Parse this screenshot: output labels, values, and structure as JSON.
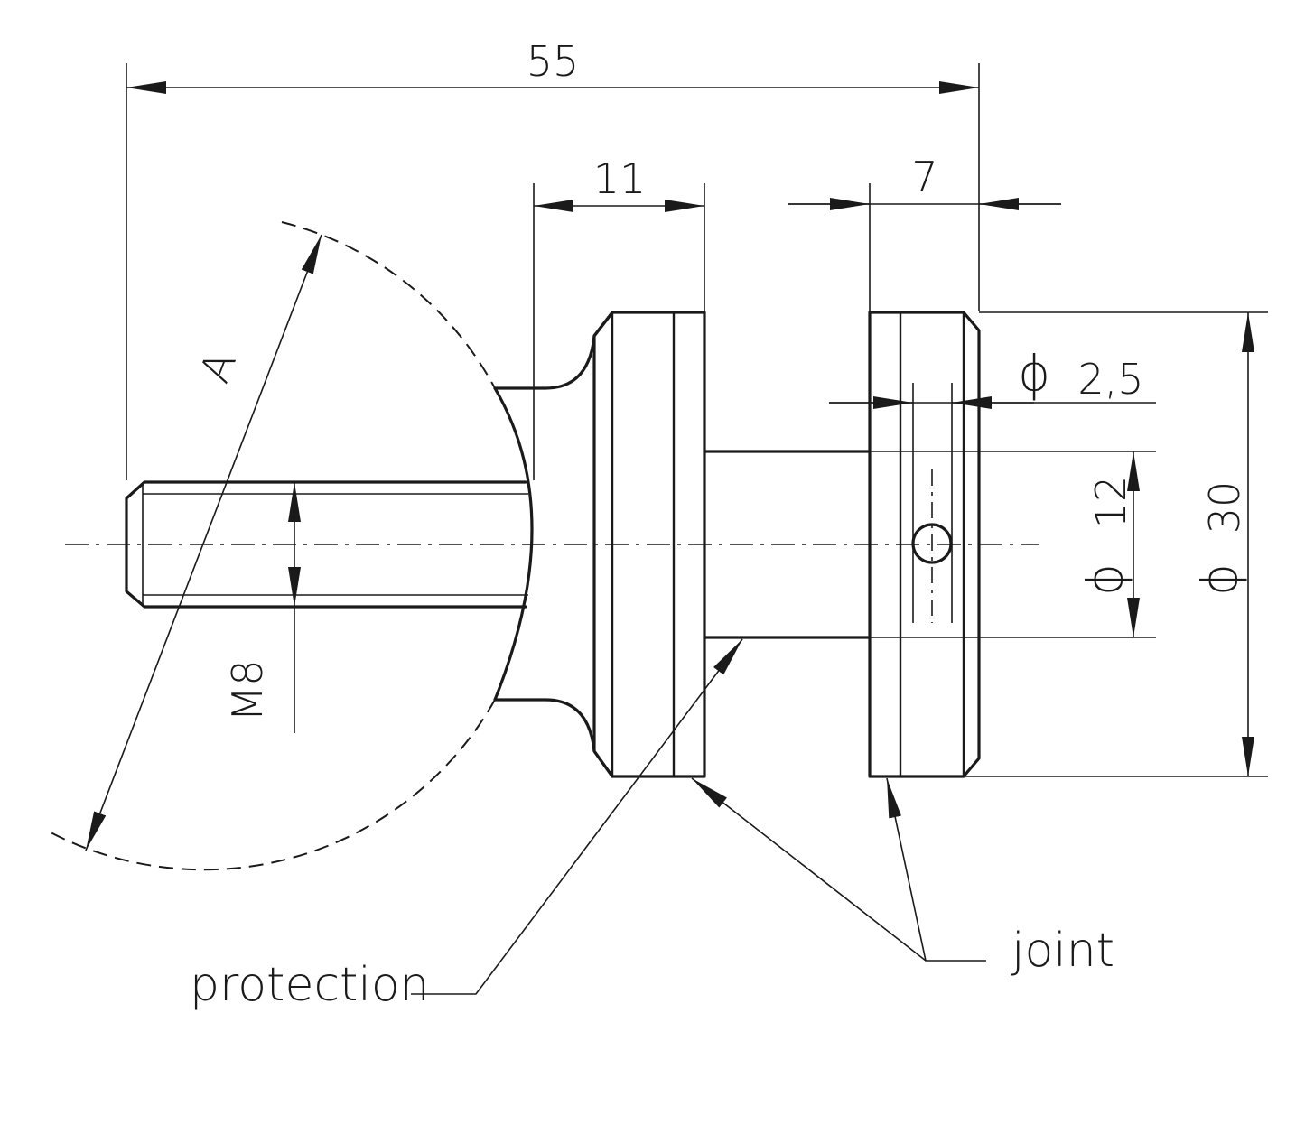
{
  "dimensions": {
    "overall_length": "55",
    "head_width": "11",
    "collar_width": "7",
    "hole_diameter": "2,5",
    "neck_diameter": "12",
    "disc_diameter": "30",
    "radius_label": "A",
    "thread": "M8",
    "diameter_symbol": "ϕ"
  },
  "labels": {
    "protection": "protection",
    "joint": "joint"
  }
}
